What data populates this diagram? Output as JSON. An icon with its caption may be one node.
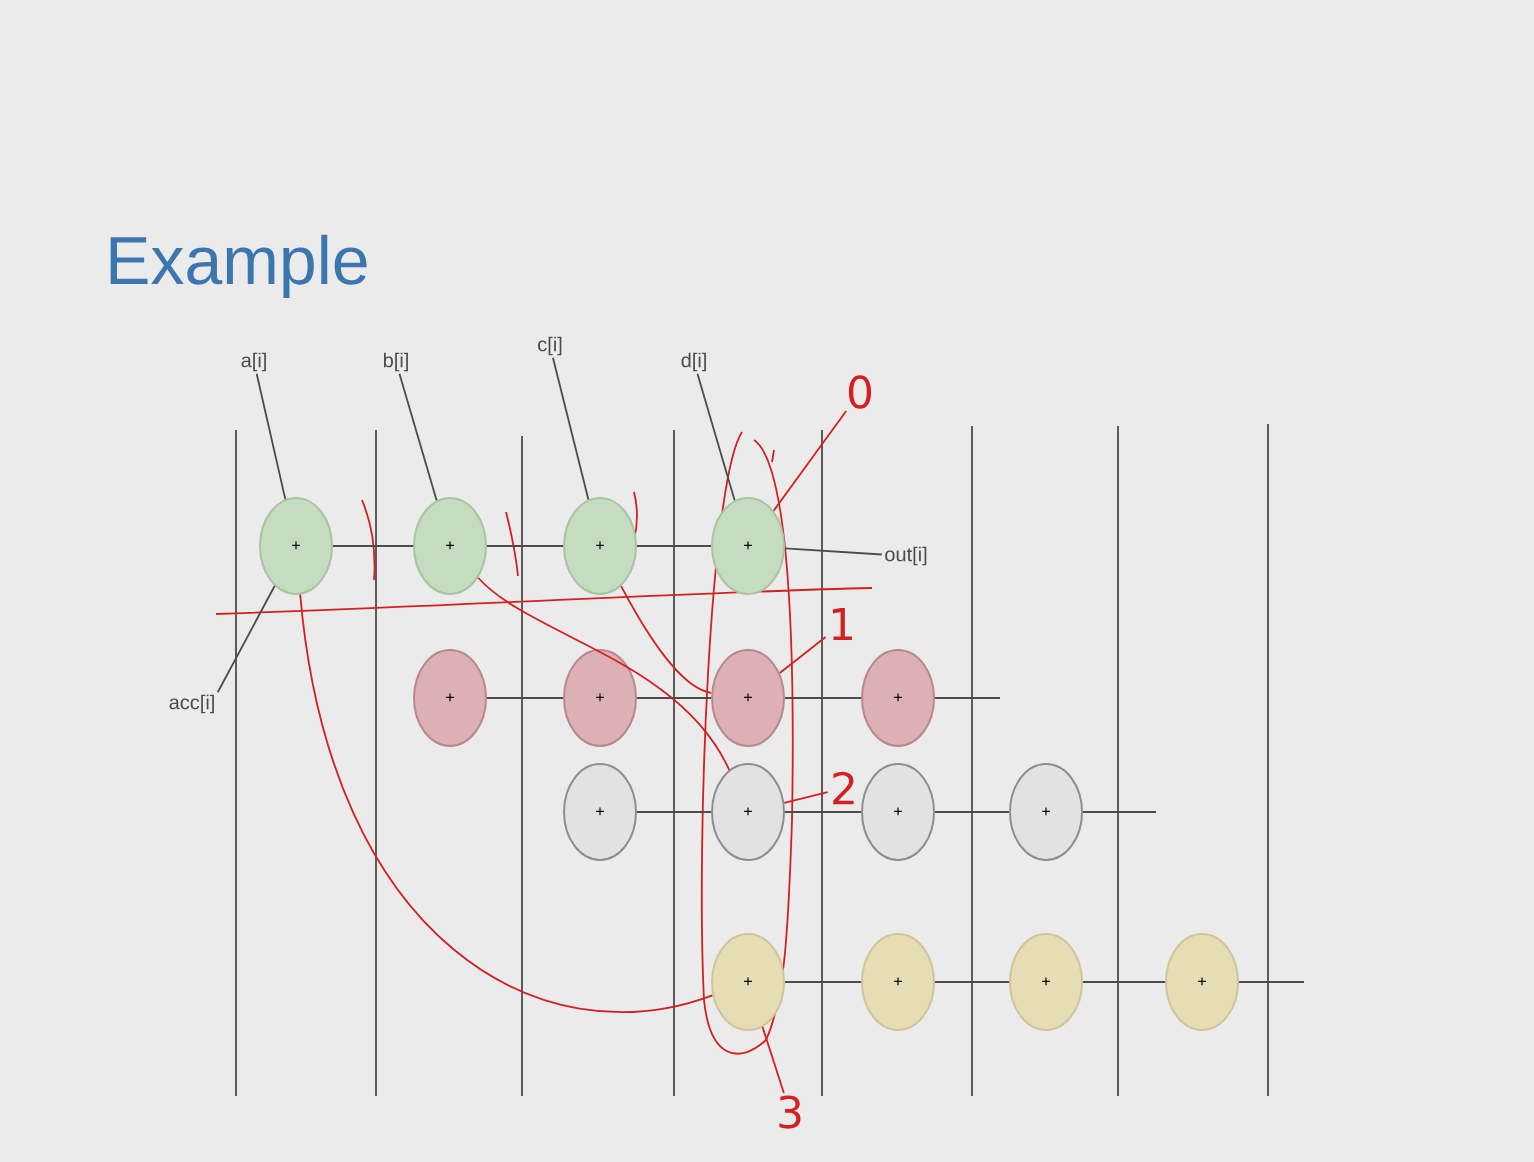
{
  "diagram": {
    "title": "Example",
    "nodes": [
      {
        "text": [
          "a[i]"
        ]
      },
      {
        "text": [
          "b[i]"
        ]
      },
      {
        "text": [
          "c[i]"
        ]
      },
      {
        "text": [
          "d[i]"
        ]
      },
      {
        "text": [
          "out[i]"
        ]
      },
      {
        "text": [
          "acc[i]"
        ]
      },
      {
        "text": [
          "0"
        ]
      },
      {
        "text": [
          "1"
        ]
      },
      {
        "text": [
          "2"
        ]
      },
      {
        "text": [
          "3"
        ]
      },
      {
        "text": [
          "+"
        ]
      },
      {
        "text": [
          "+"
        ]
      },
      {
        "text": [
          "+"
        ]
      },
      {
        "text": [
          "+"
        ]
      },
      {
        "text": [
          "+"
        ]
      },
      {
        "text": [
          "+"
        ]
      },
      {
        "text": [
          "+"
        ]
      },
      {
        "text": [
          "+"
        ]
      },
      {
        "text": [
          "+"
        ]
      },
      {
        "text": [
          "+"
        ]
      },
      {
        "text": [
          "+"
        ]
      },
      {
        "text": [
          "+"
        ]
      },
      {
        "text": [
          "+"
        ]
      },
      {
        "text": [
          "+"
        ]
      },
      {
        "text": [
          "+"
        ]
      },
      {
        "text": [
          "+"
        ]
      }
    ],
    "edges": [
      {
        "from": 0,
        "to": 10,
        "arrow": "none"
      },
      {
        "from": 1,
        "to": 11,
        "arrow": "none"
      },
      {
        "from": 2,
        "to": 12,
        "arrow": "none"
      },
      {
        "from": 3,
        "to": 13,
        "arrow": "none"
      },
      {
        "from": 5,
        "to": 10,
        "arrow": "none"
      },
      {
        "from": 10,
        "to": 11,
        "arrow": "none"
      },
      {
        "from": 11,
        "to": 12,
        "arrow": "none"
      },
      {
        "from": 12,
        "to": 13,
        "arrow": "none"
      },
      {
        "from": 13,
        "to": 4,
        "arrow": "none"
      },
      {
        "from": 14,
        "to": 15,
        "arrow": "none"
      },
      {
        "from": 15,
        "to": 16,
        "arrow": "none"
      },
      {
        "from": 16,
        "to": 17,
        "arrow": "none"
      },
      {
        "from": 17,
        "to": null,
        "arrow": "none"
      },
      {
        "from": 18,
        "to": 19,
        "arrow": "none"
      },
      {
        "from": 19,
        "to": 20,
        "arrow": "none"
      },
      {
        "from": 20,
        "to": 21,
        "arrow": "none"
      },
      {
        "from": 21,
        "to": null,
        "arrow": "none"
      },
      {
        "from": 22,
        "to": 23,
        "arrow": "none"
      },
      {
        "from": 23,
        "to": 24,
        "arrow": "none"
      },
      {
        "from": 24,
        "to": 25,
        "arrow": "none"
      },
      {
        "from": 25,
        "to": null,
        "arrow": "none"
      },
      {
        "from": 6,
        "to": 13,
        "arrow": "none",
        "color": "#d42020"
      },
      {
        "from": 7,
        "to": 16,
        "arrow": "none",
        "color": "#d42020"
      },
      {
        "from": 8,
        "to": 19,
        "arrow": "none",
        "color": "#d42020"
      },
      {
        "from": 9,
        "to": 22,
        "arrow": "none",
        "color": "#d42020"
      },
      {
        "from": 10,
        "to": 22,
        "arrow": "none",
        "color": "#d42020"
      },
      {
        "from": 11,
        "to": 19,
        "arrow": "none",
        "color": "#d42020"
      },
      {
        "from": 12,
        "to": 16,
        "arrow": "none",
        "color": "#d42020"
      }
    ]
  }
}
